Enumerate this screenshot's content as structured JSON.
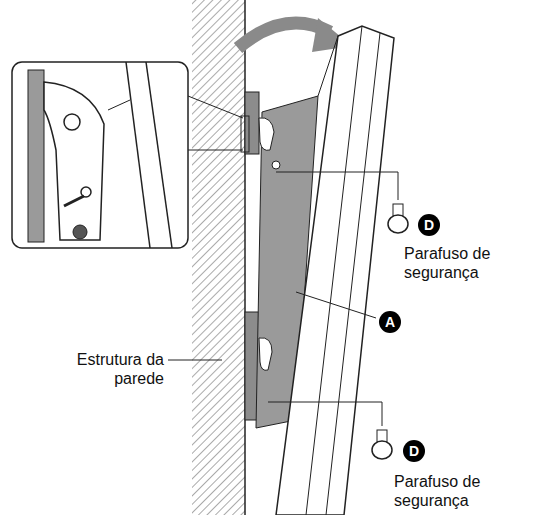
{
  "diagram": {
    "labels": [
      "D",
      "Parafuso de segurança",
      "A",
      "Estrutura da parede",
      "D",
      "Parafuso de segurança"
    ]
  }
}
